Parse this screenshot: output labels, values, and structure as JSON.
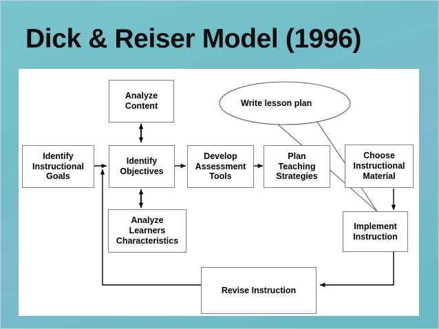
{
  "slide": {
    "title": "Dick & Reiser Model (1996)",
    "background_color": "#72bfc8",
    "canvas_color": "#ffffff",
    "title_color": "#0c0c0c"
  },
  "diagram": {
    "type": "flowchart",
    "node_border_color": "#7b7b7b",
    "connector_color": "#000000",
    "nodes": [
      {
        "id": "analyze-content",
        "label": "Analyze\nContent",
        "lines": [
          "Analyze",
          "Content"
        ]
      },
      {
        "id": "identify-instructional-goals",
        "label": "Identify Instructional Goals",
        "lines": [
          "Identify",
          "Instructional",
          "Goals"
        ]
      },
      {
        "id": "identify-objectives",
        "label": "Identify Objectives",
        "lines": [
          "Identify",
          "Objectives"
        ]
      },
      {
        "id": "develop-assessment-tools",
        "label": "Develop Assessment Tools",
        "lines": [
          "Develop",
          "Assessment",
          "Tools"
        ]
      },
      {
        "id": "plan-teaching-strategies",
        "label": "Plan Teaching Strategies",
        "lines": [
          "Plan",
          "Teaching",
          "Strategies"
        ]
      },
      {
        "id": "choose-instructional-material",
        "label": "Choose Instructional Material",
        "lines": [
          "Choose",
          "Instructional",
          "Material"
        ]
      },
      {
        "id": "analyze-learners-characteristics",
        "label": "Analyze Learners Characteristics",
        "lines": [
          "Analyze",
          "Learners",
          "Characteristics"
        ]
      },
      {
        "id": "implement-instruction",
        "label": "Implement Instruction",
        "lines": [
          "Implement",
          "Instruction"
        ]
      },
      {
        "id": "revise-instruction",
        "label": "Revise Instruction",
        "lines": [
          "Revise Instruction"
        ]
      }
    ],
    "callout": {
      "id": "write-lesson-plan-callout",
      "label": "Write lesson plan",
      "shape": "ellipse-speech-bubble",
      "points_to": "implement-instruction"
    },
    "edges": [
      {
        "from": "identify-objectives",
        "to": "analyze-content",
        "style": "double-arrow"
      },
      {
        "from": "identify-instructional-goals",
        "to": "identify-objectives",
        "style": "arrow"
      },
      {
        "from": "identify-objectives",
        "to": "develop-assessment-tools",
        "style": "arrow"
      },
      {
        "from": "develop-assessment-tools",
        "to": "plan-teaching-strategies",
        "style": "arrow"
      },
      {
        "from": "plan-teaching-strategies",
        "to": "choose-instructional-material",
        "style": "arrow"
      },
      {
        "from": "identify-objectives",
        "to": "analyze-learners-characteristics",
        "style": "double-arrow"
      },
      {
        "from": "choose-instructional-material",
        "to": "implement-instruction",
        "style": "arrow"
      },
      {
        "from": "implement-instruction",
        "to": "revise-instruction",
        "style": "arrow"
      },
      {
        "from": "revise-instruction",
        "to": "identify-objectives",
        "style": "arrow-feedback-loop"
      }
    ]
  }
}
